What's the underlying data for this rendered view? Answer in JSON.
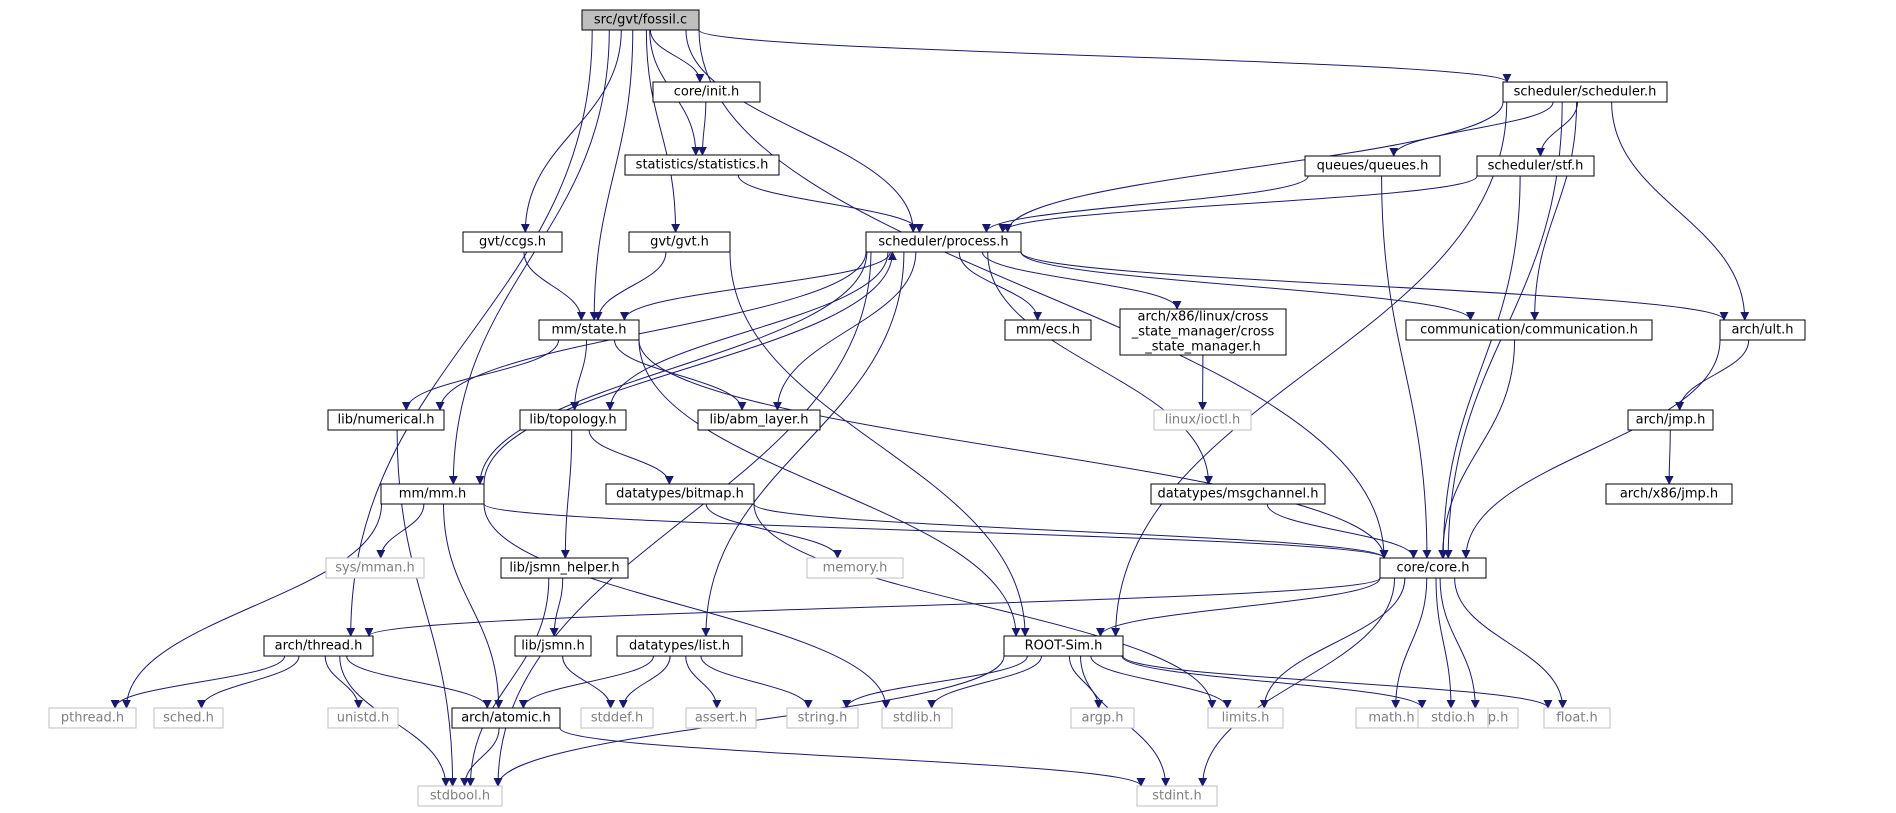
{
  "graph": {
    "type": "include-dependency-graph",
    "root": "src/gvt/fossil.c",
    "colors": {
      "edge": "#191970",
      "root_fill": "#bfbfbf",
      "node_border": "#000000",
      "external_border": "#bfbfbf",
      "external_text": "#7f7f7f"
    },
    "nodes": [
      {
        "id": "fossil",
        "label": "src/gvt/fossil.c",
        "kind": "root"
      },
      {
        "id": "sched",
        "label": "scheduler/scheduler.h",
        "kind": "file"
      },
      {
        "id": "init",
        "label": "core/init.h",
        "kind": "file"
      },
      {
        "id": "stats",
        "label": "statistics/statistics.h",
        "kind": "file"
      },
      {
        "id": "queues",
        "label": "queues/queues.h",
        "kind": "file"
      },
      {
        "id": "stf",
        "label": "scheduler/stf.h",
        "kind": "file"
      },
      {
        "id": "ccgs",
        "label": "gvt/ccgs.h",
        "kind": "file"
      },
      {
        "id": "gvt",
        "label": "gvt/gvt.h",
        "kind": "file"
      },
      {
        "id": "process",
        "label": "scheduler/process.h",
        "kind": "file"
      },
      {
        "id": "state",
        "label": "mm/state.h",
        "kind": "file"
      },
      {
        "id": "ecs",
        "label": "mm/ecs.h",
        "kind": "file"
      },
      {
        "id": "csm",
        "label": "arch/x86/linux/cross\n_state_manager/cross\n_state_manager.h",
        "kind": "file"
      },
      {
        "id": "comm",
        "label": "communication/communication.h",
        "kind": "file"
      },
      {
        "id": "ult",
        "label": "arch/ult.h",
        "kind": "file"
      },
      {
        "id": "numerical",
        "label": "lib/numerical.h",
        "kind": "file"
      },
      {
        "id": "topology",
        "label": "lib/topology.h",
        "kind": "file"
      },
      {
        "id": "abm",
        "label": "lib/abm_layer.h",
        "kind": "file"
      },
      {
        "id": "ioctl",
        "label": "linux/ioctl.h",
        "kind": "external"
      },
      {
        "id": "jmp",
        "label": "arch/jmp.h",
        "kind": "file"
      },
      {
        "id": "x86jmp",
        "label": "arch/x86/jmp.h",
        "kind": "file"
      },
      {
        "id": "mm",
        "label": "mm/mm.h",
        "kind": "file"
      },
      {
        "id": "bitmap",
        "label": "datatypes/bitmap.h",
        "kind": "file"
      },
      {
        "id": "msgch",
        "label": "datatypes/msgchannel.h",
        "kind": "file"
      },
      {
        "id": "mman",
        "label": "sys/mman.h",
        "kind": "external"
      },
      {
        "id": "jsmnh",
        "label": "lib/jsmn_helper.h",
        "kind": "file"
      },
      {
        "id": "memory",
        "label": "memory.h",
        "kind": "external"
      },
      {
        "id": "core",
        "label": "core/core.h",
        "kind": "file"
      },
      {
        "id": "thread",
        "label": "arch/thread.h",
        "kind": "file"
      },
      {
        "id": "jsmn",
        "label": "lib/jsmn.h",
        "kind": "file"
      },
      {
        "id": "list",
        "label": "datatypes/list.h",
        "kind": "file"
      },
      {
        "id": "rootsim",
        "label": "ROOT-Sim.h",
        "kind": "file"
      },
      {
        "id": "math",
        "label": "math.h",
        "kind": "external"
      },
      {
        "id": "setjmp",
        "label": "setjmp.h",
        "kind": "external"
      },
      {
        "id": "pthread",
        "label": "pthread.h",
        "kind": "external"
      },
      {
        "id": "schedh",
        "label": "sched.h",
        "kind": "external"
      },
      {
        "id": "unistd",
        "label": "unistd.h",
        "kind": "external"
      },
      {
        "id": "atomic",
        "label": "arch/atomic.h",
        "kind": "file"
      },
      {
        "id": "stddef",
        "label": "stddef.h",
        "kind": "external"
      },
      {
        "id": "assert",
        "label": "assert.h",
        "kind": "external"
      },
      {
        "id": "string",
        "label": "string.h",
        "kind": "external"
      },
      {
        "id": "stdlib",
        "label": "stdlib.h",
        "kind": "external"
      },
      {
        "id": "argp",
        "label": "argp.h",
        "kind": "external"
      },
      {
        "id": "limits",
        "label": "limits.h",
        "kind": "external"
      },
      {
        "id": "stdio",
        "label": "stdio.h",
        "kind": "external"
      },
      {
        "id": "float",
        "label": "float.h",
        "kind": "external"
      },
      {
        "id": "stdbool",
        "label": "stdbool.h",
        "kind": "external"
      },
      {
        "id": "stdint",
        "label": "stdint.h",
        "kind": "external"
      }
    ],
    "edges": [
      [
        "fossil",
        "sched"
      ],
      [
        "fossil",
        "init"
      ],
      [
        "fossil",
        "stats"
      ],
      [
        "fossil",
        "ccgs"
      ],
      [
        "fossil",
        "gvt"
      ],
      [
        "fossil",
        "process"
      ],
      [
        "fossil",
        "state"
      ],
      [
        "fossil",
        "mm"
      ],
      [
        "fossil",
        "thread"
      ],
      [
        "fossil",
        "core"
      ],
      [
        "init",
        "stats"
      ],
      [
        "stats",
        "process"
      ],
      [
        "sched",
        "queues"
      ],
      [
        "sched",
        "stf"
      ],
      [
        "sched",
        "process"
      ],
      [
        "sched",
        "comm"
      ],
      [
        "sched",
        "ult"
      ],
      [
        "sched",
        "rootsim"
      ],
      [
        "sched",
        "core"
      ],
      [
        "queues",
        "process"
      ],
      [
        "queues",
        "core"
      ],
      [
        "stf",
        "process"
      ],
      [
        "stf",
        "core"
      ],
      [
        "ccgs",
        "state"
      ],
      [
        "gvt",
        "state"
      ],
      [
        "gvt",
        "rootsim"
      ],
      [
        "process",
        "state"
      ],
      [
        "process",
        "ecs"
      ],
      [
        "process",
        "csm"
      ],
      [
        "process",
        "comm"
      ],
      [
        "process",
        "ult"
      ],
      [
        "process",
        "numerical"
      ],
      [
        "process",
        "topology"
      ],
      [
        "process",
        "abm"
      ],
      [
        "process",
        "mm"
      ],
      [
        "process",
        "msgch"
      ],
      [
        "process",
        "list"
      ],
      [
        "process",
        "stdbool"
      ],
      [
        "state",
        "numerical"
      ],
      [
        "state",
        "topology"
      ],
      [
        "state",
        "abm"
      ],
      [
        "state",
        "core"
      ],
      [
        "state",
        "rootsim"
      ],
      [
        "csm",
        "ioctl"
      ],
      [
        "comm",
        "core"
      ],
      [
        "ult",
        "jmp"
      ],
      [
        "ult",
        "core"
      ],
      [
        "jmp",
        "x86jmp"
      ],
      [
        "numerical",
        "stdbool"
      ],
      [
        "topology",
        "bitmap"
      ],
      [
        "topology",
        "jsmnh"
      ],
      [
        "mm",
        "process"
      ],
      [
        "mm",
        "mman"
      ],
      [
        "mm",
        "core"
      ],
      [
        "mm",
        "pthread"
      ],
      [
        "mm",
        "atomic"
      ],
      [
        "mm",
        "stdlib"
      ],
      [
        "bitmap",
        "memory"
      ],
      [
        "bitmap",
        "core"
      ],
      [
        "bitmap",
        "limits"
      ],
      [
        "msgch",
        "core"
      ],
      [
        "jsmnh",
        "jsmn"
      ],
      [
        "jsmnh",
        "stdbool"
      ],
      [
        "core",
        "thread"
      ],
      [
        "core",
        "rootsim"
      ],
      [
        "core",
        "math"
      ],
      [
        "core",
        "setjmp"
      ],
      [
        "core",
        "limits"
      ],
      [
        "core",
        "stdio"
      ],
      [
        "core",
        "float"
      ],
      [
        "core",
        "stdint"
      ],
      [
        "thread",
        "pthread"
      ],
      [
        "thread",
        "schedh"
      ],
      [
        "thread",
        "unistd"
      ],
      [
        "thread",
        "atomic"
      ],
      [
        "thread",
        "stdbool"
      ],
      [
        "jsmn",
        "stddef"
      ],
      [
        "list",
        "atomic"
      ],
      [
        "list",
        "stddef"
      ],
      [
        "list",
        "assert"
      ],
      [
        "list",
        "string"
      ],
      [
        "rootsim",
        "string"
      ],
      [
        "rootsim",
        "stdlib"
      ],
      [
        "rootsim",
        "argp"
      ],
      [
        "rootsim",
        "limits"
      ],
      [
        "rootsim",
        "stdio"
      ],
      [
        "rootsim",
        "float"
      ],
      [
        "rootsim",
        "stdbool"
      ],
      [
        "rootsim",
        "stdint"
      ],
      [
        "atomic",
        "stdbool"
      ],
      [
        "atomic",
        "stdint"
      ]
    ]
  }
}
